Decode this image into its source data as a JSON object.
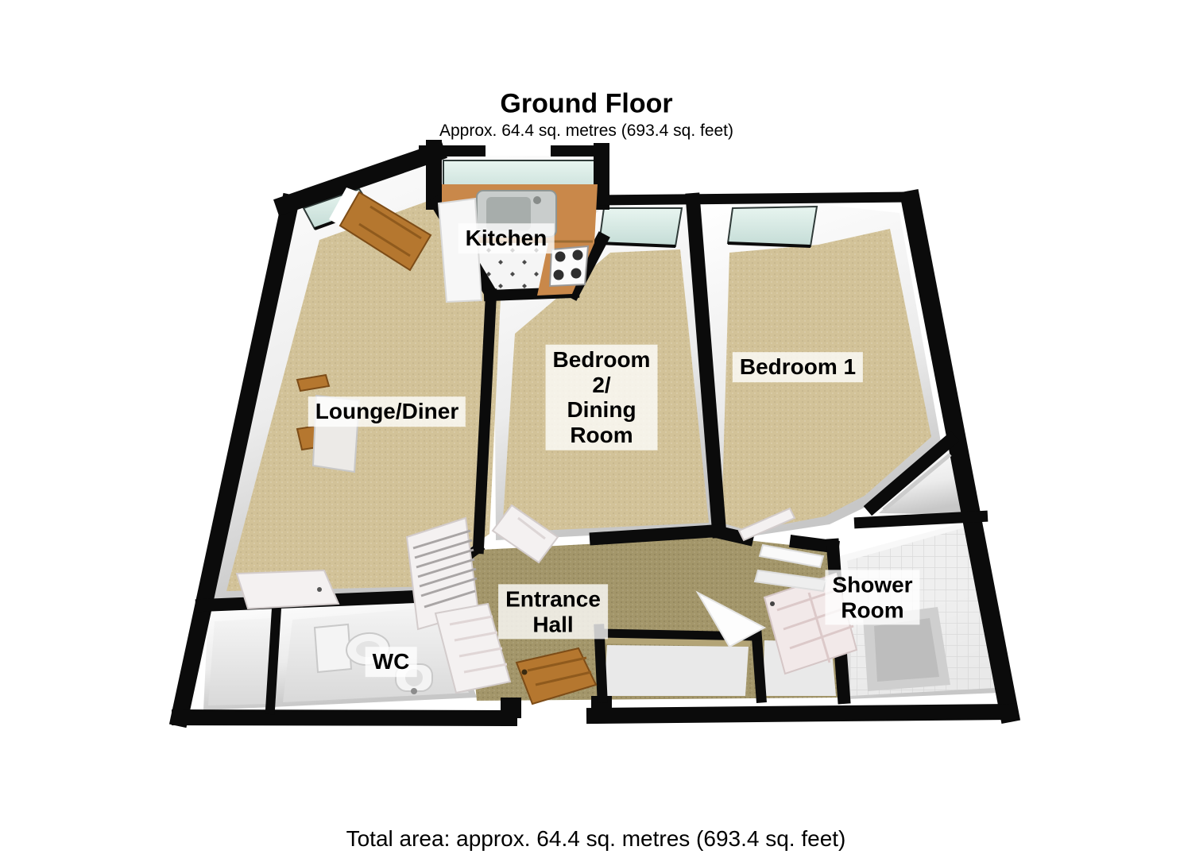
{
  "header": {
    "title": "Ground Floor",
    "subtitle": "Approx. 64.4 sq. metres (693.4 sq. feet)"
  },
  "footer": {
    "total_area": "Total area: approx. 64.4 sq. metres (693.4 sq. feet)"
  },
  "rooms": {
    "kitchen": {
      "label": "Kitchen"
    },
    "lounge": {
      "label": "Lounge/Diner"
    },
    "bedroom2": {
      "line1": "Bedroom",
      "line2": "2/",
      "line3": "Dining",
      "line4": "Room"
    },
    "bedroom1": {
      "label": "Bedroom 1"
    },
    "hall": {
      "line1": "Entrance",
      "line2": "Hall"
    },
    "wc": {
      "label": "WC"
    },
    "shower": {
      "line1": "Shower",
      "line2": "Room"
    }
  },
  "colors": {
    "wall": "#0b0b0b",
    "carpet": "#d2c298",
    "hall_floor": "#a3966a",
    "wood_counter": "#c9884a",
    "wood_door": "#b5772f",
    "window_glass": "#d9ece7",
    "window_frame": "#2f3a38",
    "label_text": "#000000"
  }
}
